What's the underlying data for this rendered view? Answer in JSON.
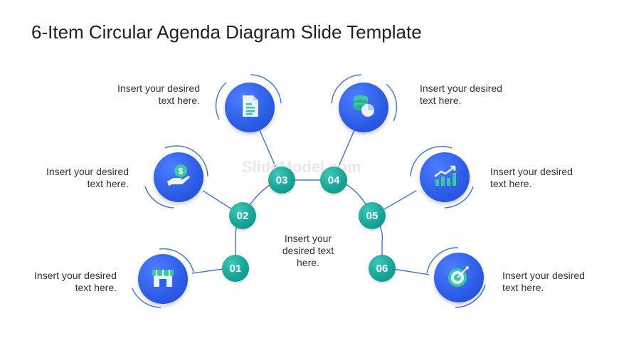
{
  "title": "6-Item Circular Agenda Diagram Slide Template",
  "center_text": "Insert your desired text here.",
  "watermark": "SlideModel.com",
  "items": [
    {
      "number": "01",
      "text": "Insert your desired text here.",
      "icon": "storefront-icon"
    },
    {
      "number": "02",
      "text": "Insert your desired text here.",
      "icon": "hand-money-icon"
    },
    {
      "number": "03",
      "text": "Insert your desired text here.",
      "icon": "document-icon"
    },
    {
      "number": "04",
      "text": "Insert your desired text here.",
      "icon": "database-chart-icon"
    },
    {
      "number": "05",
      "text": "Insert your desired text here.",
      "icon": "growth-chart-icon"
    },
    {
      "number": "06",
      "text": "Insert your desired text here.",
      "icon": "target-icon"
    }
  ],
  "colors": {
    "teal": "#17a597",
    "blue": "#2e5fe8",
    "connector": "#3a6fd8",
    "icon_green": "#3cc9a0"
  }
}
